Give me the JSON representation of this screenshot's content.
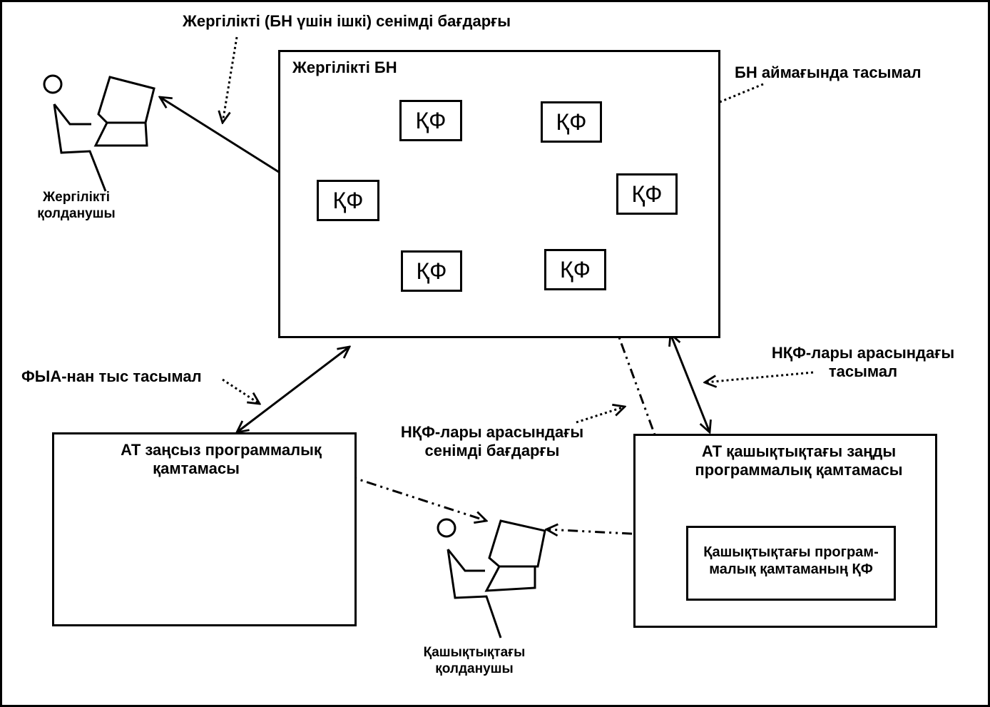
{
  "labels": {
    "local_trusted_path": "Жергілікті (БН үшін ішкі) сенімді бағдарғы",
    "local_bn": "Жергілікті БН",
    "bn_transfer": "БН аймағында тасымал",
    "local_user_line1": "Жергілікті",
    "local_user_line2": "қолданушы",
    "nkf_transfer_line1": "НҚФ-лары арасындағы",
    "nkf_transfer_line2": "тасымал",
    "fya_transfer": "ФЫА-нан тыс тасымал",
    "illegal_sw_line1": "АТ заңсыз программалық",
    "illegal_sw_line2": "қамтамасы",
    "nkf_trusted_line1": "НҚФ-лары арасындағы",
    "nkf_trusted_line2": "сенімді бағдарғы",
    "legal_sw_line1": "АТ қашықтықтағы заңды",
    "legal_sw_line2": "программалық қамтамасы",
    "remote_kf_line1": "Қашықтықтағы програм-",
    "remote_kf_line2": "малық қамтаманың ҚФ",
    "remote_user_line1": "Қашықтықтағы",
    "remote_user_line2": "қолданушы"
  },
  "nodes": {
    "kf_top_left": "ҚФ",
    "kf_top_right": "ҚФ",
    "kf_left": "ҚФ",
    "kf_right": "ҚФ",
    "kf_bottom_left": "ҚФ",
    "kf_bottom_right": "ҚФ"
  }
}
